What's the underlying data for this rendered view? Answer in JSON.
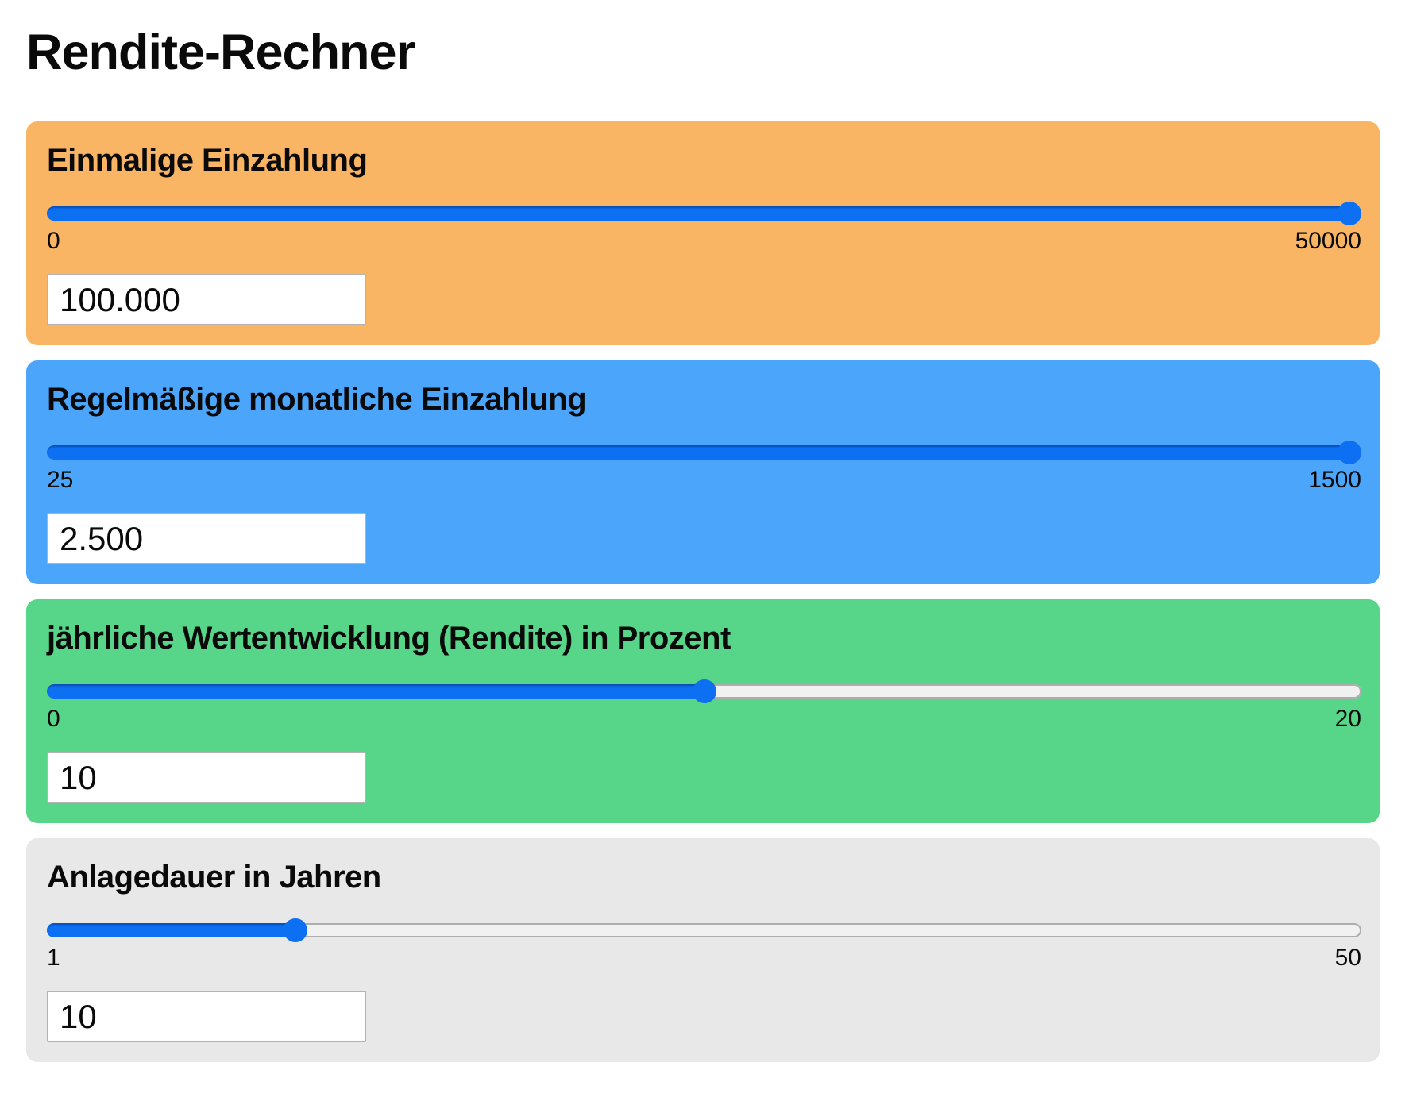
{
  "title": "Rendite-Rechner",
  "slider_style": {
    "fill_color": "#0D6FF2",
    "thumb_color": "#0D6FF2",
    "track_color": "#F1F1F1",
    "track_border_color": "#AEAEAE"
  },
  "panels": [
    {
      "id": "one-time-deposit",
      "label": "Einmalige Einzahlung",
      "color": "#FAB564",
      "slider": {
        "min": 0,
        "max": 50000,
        "value": 100000
      },
      "min_label": "0",
      "max_label": "50000",
      "input_value": "100.000"
    },
    {
      "id": "monthly-deposit",
      "label": "Regelmäßige monatliche Einzahlung",
      "color": "#4BA5FB",
      "slider": {
        "min": 25,
        "max": 1500,
        "value": 2500
      },
      "min_label": "25",
      "max_label": "1500",
      "input_value": "2.500"
    },
    {
      "id": "annual-return",
      "label": "jährliche Wertentwicklung (Rendite) in Prozent",
      "color": "#57D588",
      "slider": {
        "min": 0,
        "max": 20,
        "value": 10
      },
      "min_label": "0",
      "max_label": "20",
      "input_value": "10"
    },
    {
      "id": "investment-duration",
      "label": "Anlagedauer in Jahren",
      "color": "#E8E8E8",
      "slider": {
        "min": 1,
        "max": 50,
        "value": 10
      },
      "min_label": "1",
      "max_label": "50",
      "input_value": "10"
    }
  ]
}
